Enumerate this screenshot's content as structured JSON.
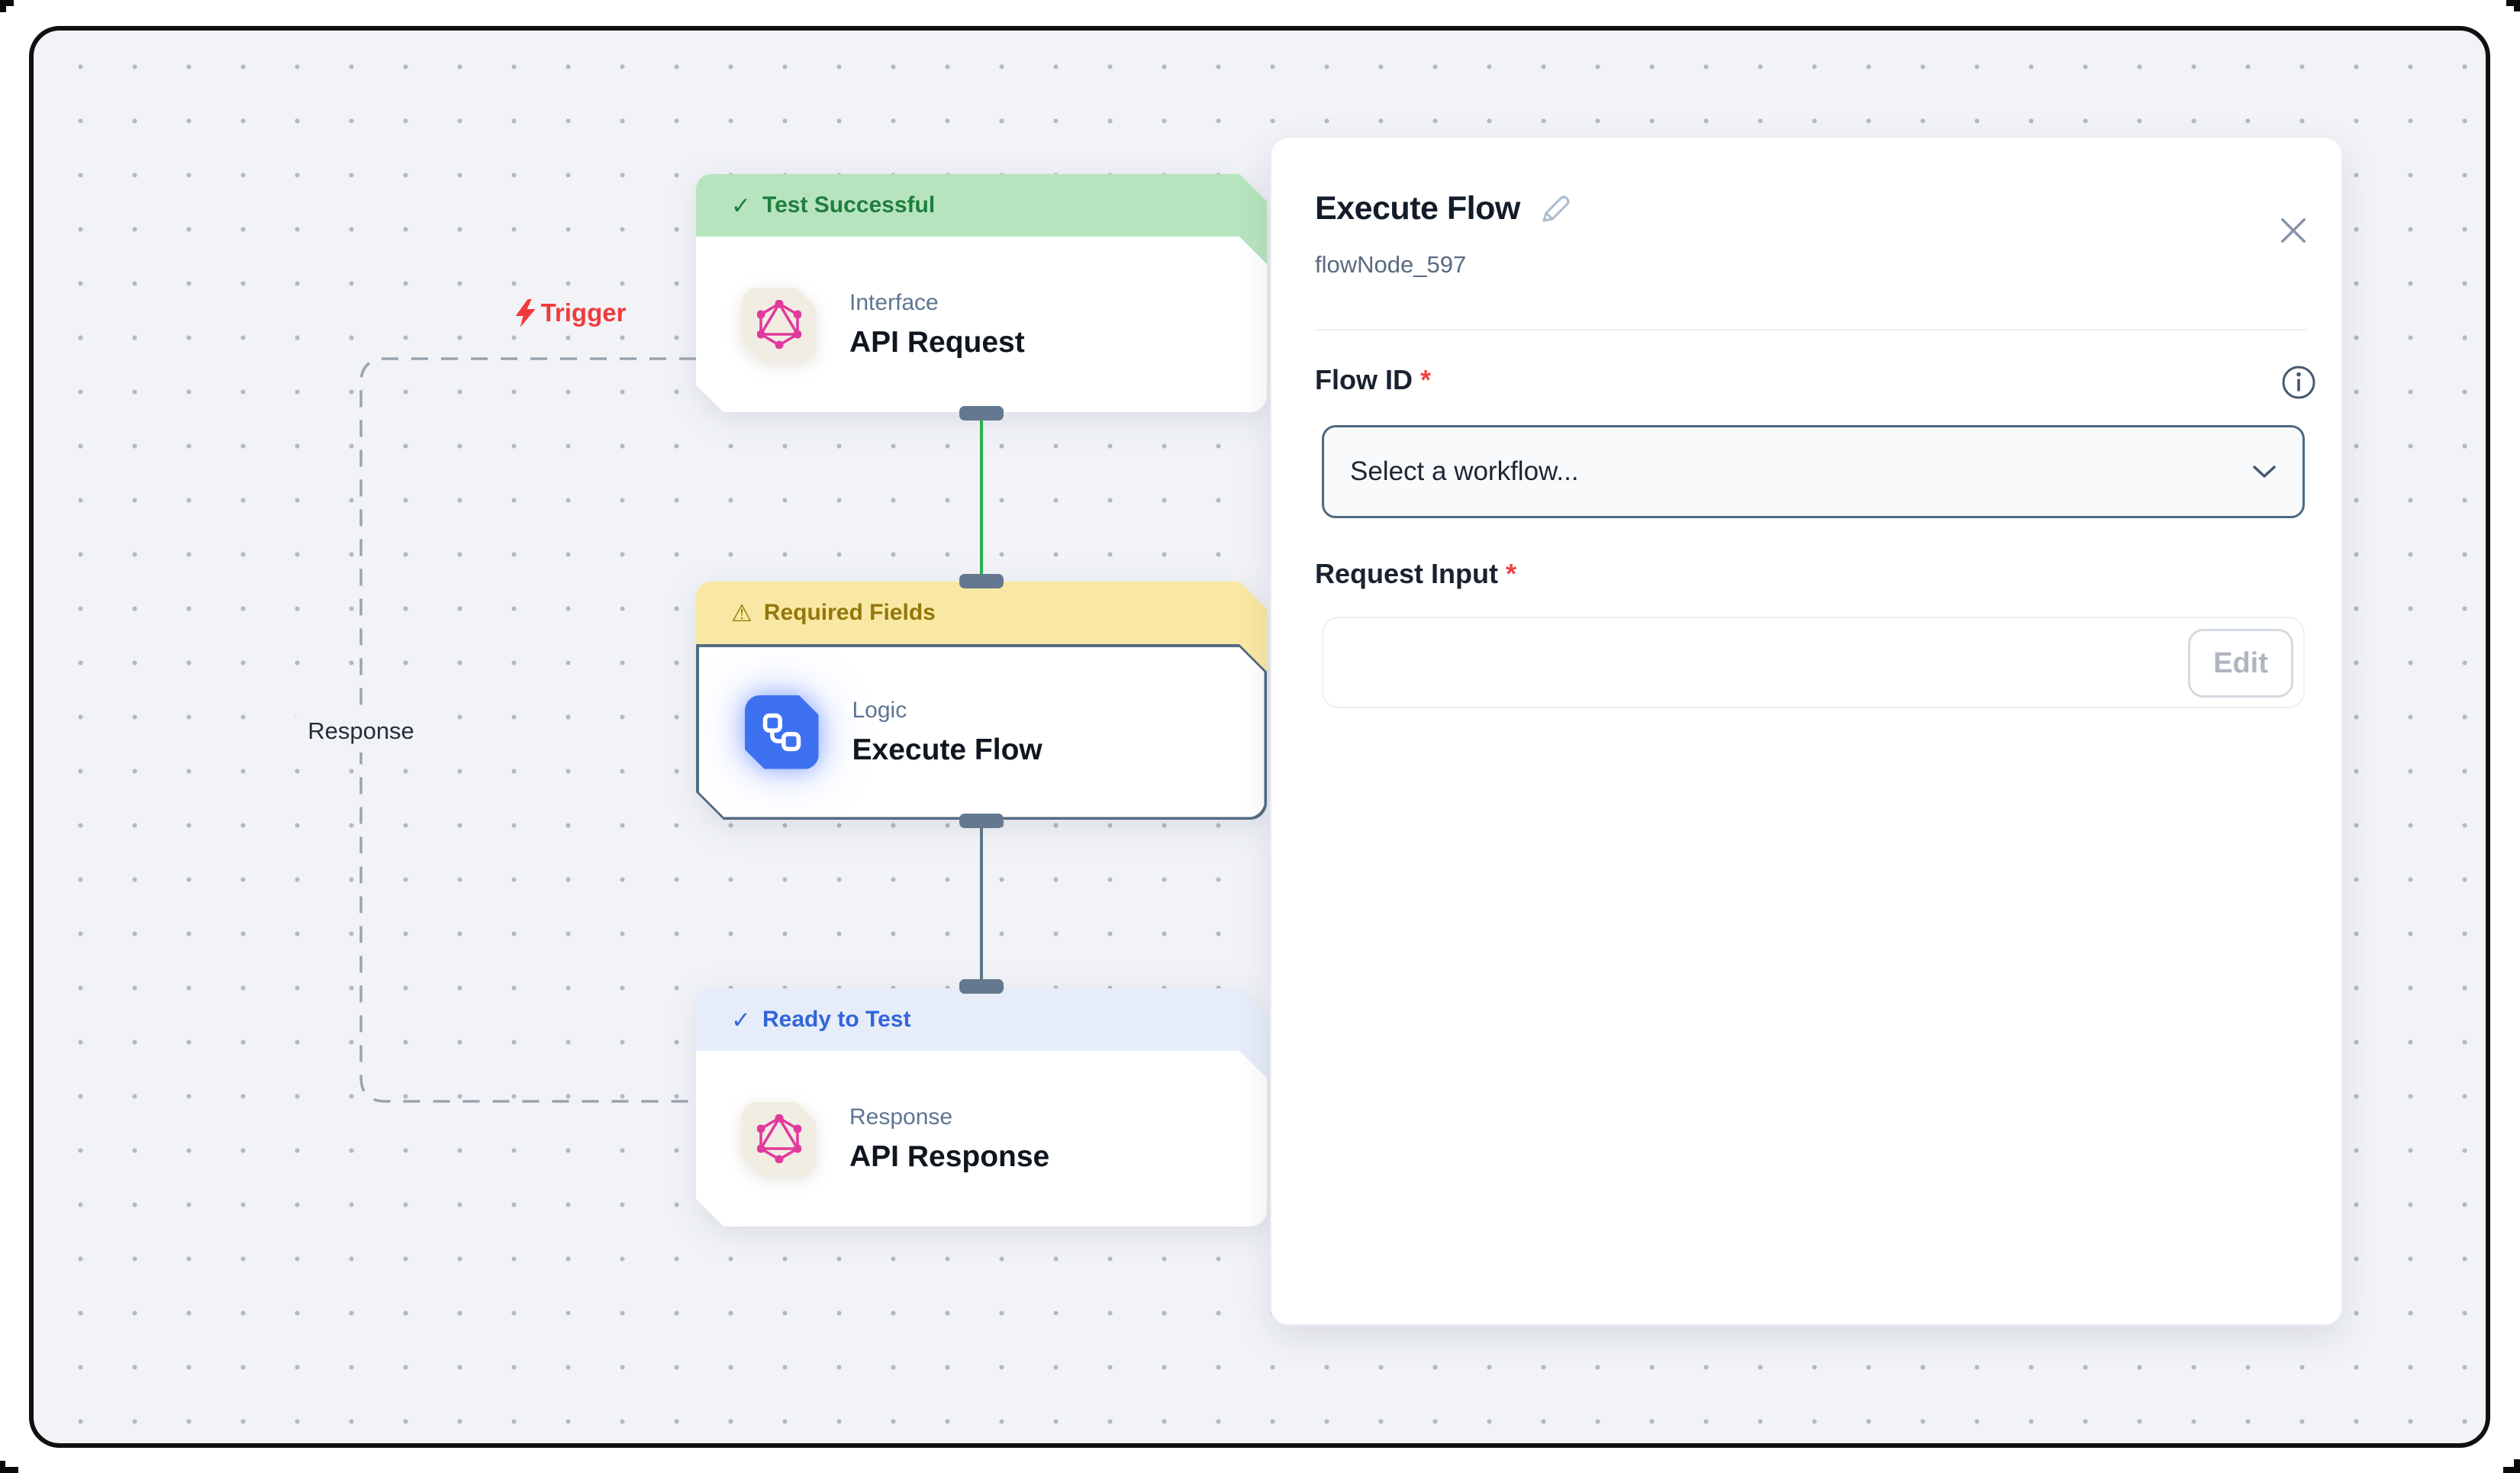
{
  "canvas": {
    "trigger_label": "Trigger",
    "response_label": "Response",
    "glyphs": {
      "check": "✓",
      "warning": "⚠"
    },
    "nodes": [
      {
        "status": "Test Successful",
        "category": "Interface",
        "name": "API Request"
      },
      {
        "status": "Required Fields",
        "category": "Logic",
        "name": "Execute Flow"
      },
      {
        "status": "Ready to Test",
        "category": "Response",
        "name": "API Response"
      }
    ]
  },
  "panel": {
    "title": "Execute Flow",
    "node_id": "flowNode_597",
    "required_mark": "*",
    "flow_id": {
      "label": "Flow ID",
      "placeholder": "Select a workflow..."
    },
    "request_input": {
      "label": "Request Input",
      "edit_button": "Edit"
    }
  },
  "colors": {
    "canvas_bg": "#f1f3f7",
    "accent_blue_tile": "#3e71f0",
    "graphql_pink": "#e13a9d",
    "success_green": "#1e7e3e",
    "success_bg": "#b7e4be",
    "warning_gold": "#93770a",
    "warning_bg": "#f9e8a3",
    "info_blue": "#3166d9",
    "info_bg": "#e7ecf9",
    "trigger_red": "#ef3b3b",
    "edge_green": "#2ab04a",
    "edge_slate": "#5f7489",
    "selected_border": "#516b82"
  }
}
